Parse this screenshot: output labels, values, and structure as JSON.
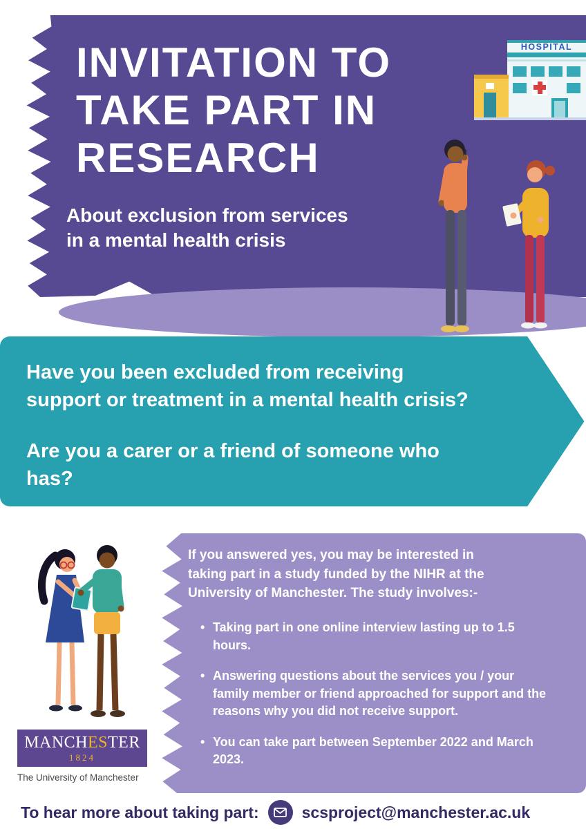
{
  "palette": {
    "purple": "#574a92",
    "teal": "#27a1b0",
    "lavender": "#9c8fc7",
    "gold": "#f0b42d",
    "footer_text": "#352a63"
  },
  "hero": {
    "title_lines": [
      "INVITATION TO",
      "TAKE PART IN",
      "RESEARCH"
    ],
    "subtitle_lines": [
      "About exclusion from services",
      "in a mental health crisis"
    ],
    "hospital_sign": "HOSPITAL"
  },
  "banner": {
    "question1_lines": [
      "Have you been excluded from receiving",
      "support or treatment in a mental health crisis?"
    ],
    "question2_lines": [
      "Are you a carer or a friend of someone who",
      "has?"
    ]
  },
  "study": {
    "intro_lines": [
      "If you answered yes, you may be interested in",
      "taking part in a study funded by the NIHR at the",
      "University of Manchester.  The study involves:-"
    ],
    "bullets": [
      "Taking part in one online interview lasting up to 1.5 hours.",
      "Answering questions about the services you / your family member or friend approached for support and the reasons why you did not receive support.",
      "You can take part between September 2022 and March 2023."
    ]
  },
  "logo": {
    "word_part1": "MANCH",
    "word_part2": "ES",
    "word_part3": "TER",
    "year": "1824",
    "caption": "The University of Manchester"
  },
  "footer": {
    "label": "To hear more about taking part:",
    "email": "scsproject@manchester.ac.uk"
  }
}
